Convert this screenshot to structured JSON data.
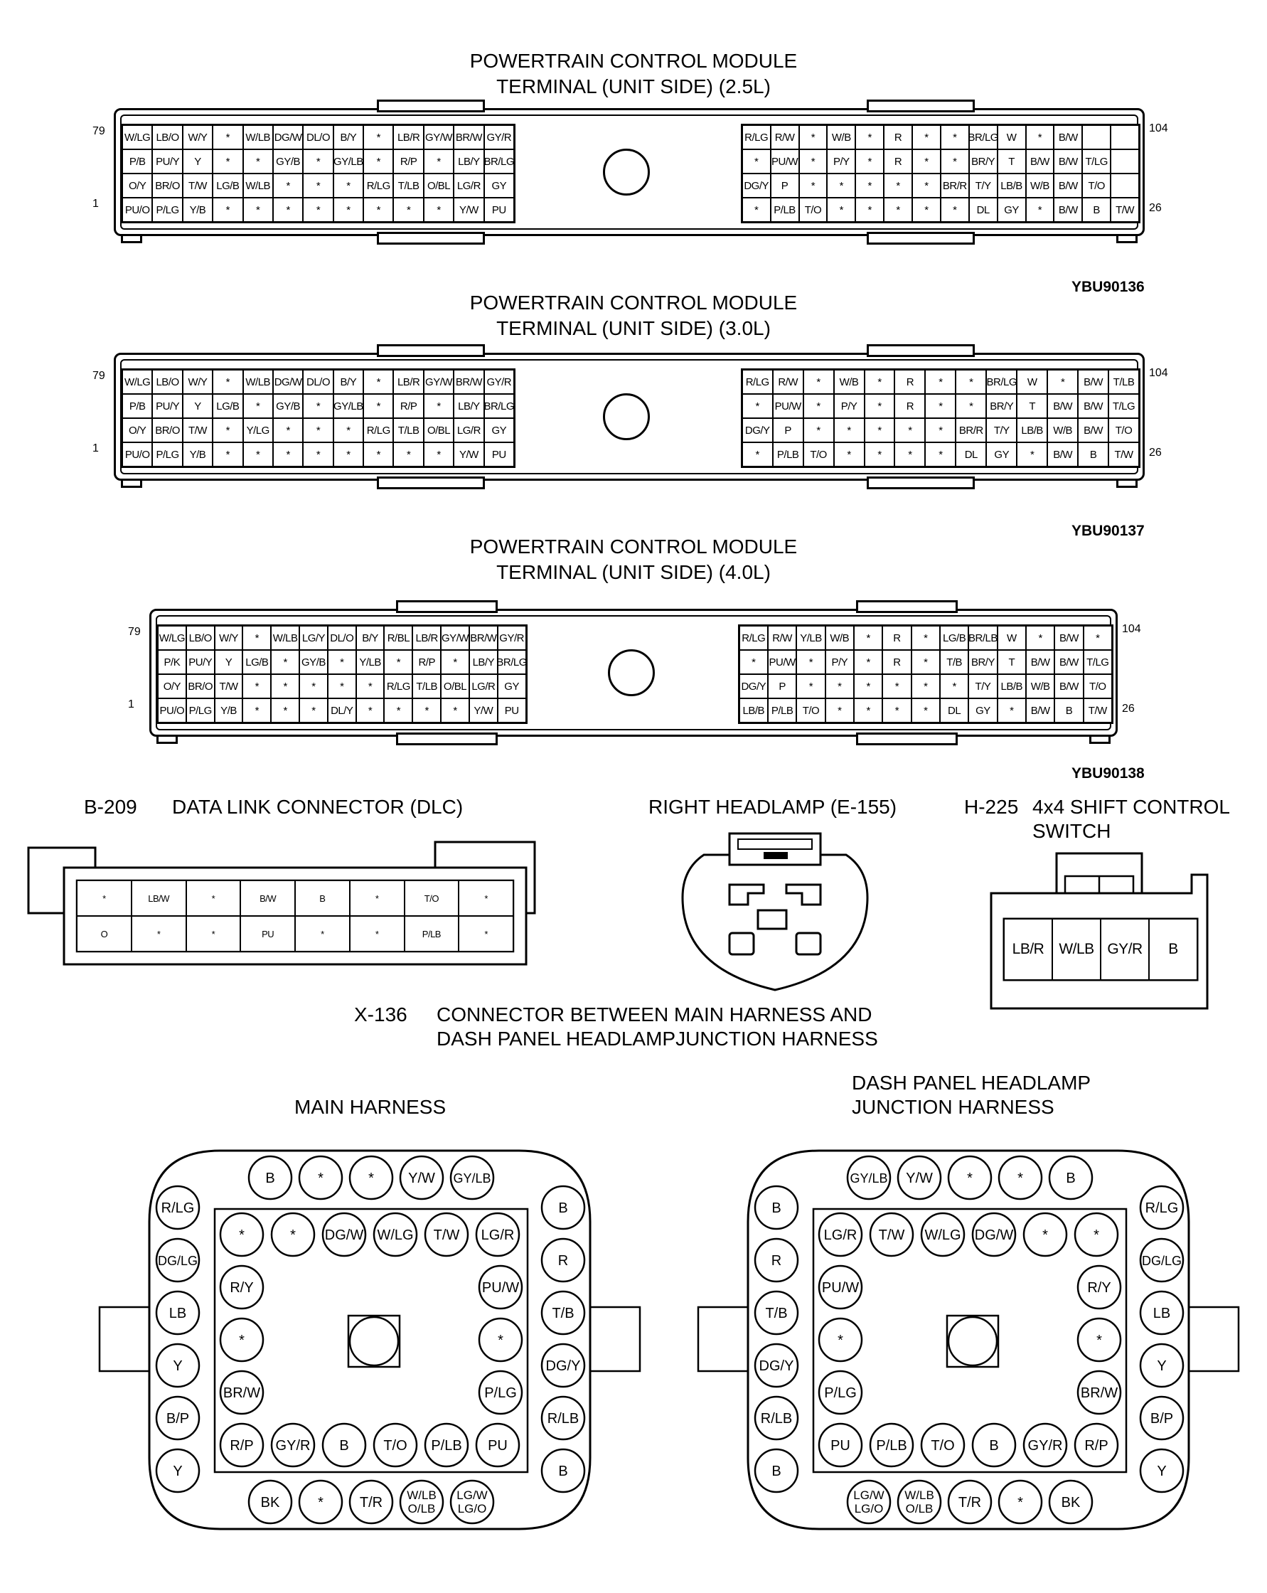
{
  "pcm25": {
    "title1": "POWERTRAIN CONTROL MODULE",
    "title2": "TERMINAL (UNIT SIDE) (2.5L)",
    "pin_tl": "79",
    "pin_bl": "1",
    "pin_tr": "104",
    "pin_br": "26",
    "fig_id": "YBU90136",
    "left": [
      [
        "W/LG",
        "LB/O",
        "W/Y",
        "*",
        "W/LB",
        "DG/W",
        "DL/O",
        "B/Y",
        "*",
        "LB/R",
        "GY/W",
        "BR/W",
        "GY/R"
      ],
      [
        "P/B",
        "PU/Y",
        "Y",
        "*",
        "*",
        "GY/B",
        "*",
        "GY/LB",
        "*",
        "R/P",
        "*",
        "LB/Y",
        "BR/LG"
      ],
      [
        "O/Y",
        "BR/O",
        "T/W",
        "LG/B",
        "W/LB",
        "*",
        "*",
        "*",
        "R/LG",
        "T/LB",
        "O/BL",
        "LG/R",
        "GY"
      ],
      [
        "PU/O",
        "P/LG",
        "Y/B",
        "*",
        "*",
        "*",
        "*",
        "*",
        "*",
        "*",
        "*",
        "Y/W",
        "PU"
      ]
    ],
    "right": [
      [
        "R/LG",
        "R/W",
        "*",
        "W/B",
        "*",
        "R",
        "*",
        "*",
        "BR/LG",
        "W",
        "*",
        "B/W",
        ""
      ],
      [
        "*",
        "PU/W",
        "*",
        "P/Y",
        "*",
        "R",
        "*",
        "*",
        "BR/Y",
        "T",
        "B/W",
        "B/W",
        "T/LG"
      ],
      [
        "DG/Y",
        "P",
        "*",
        "*",
        "*",
        "*",
        "*",
        "BR/R",
        "T/Y",
        "LB/B",
        "W/B",
        "B/W",
        "T/O"
      ],
      [
        "*",
        "P/LB",
        "T/O",
        "*",
        "*",
        "*",
        "*",
        "*",
        "DL",
        "GY",
        "*",
        "B/W",
        "B",
        "T/W"
      ]
    ]
  },
  "pcm30": {
    "title1": "POWERTRAIN CONTROL MODULE",
    "title2": "TERMINAL (UNIT SIDE) (3.0L)",
    "pin_tl": "79",
    "pin_bl": "1",
    "pin_tr": "104",
    "pin_br": "26",
    "fig_id": "YBU90137",
    "left": [
      [
        "W/LG",
        "LB/O",
        "W/Y",
        "*",
        "W/LB",
        "DG/W",
        "DL/O",
        "B/Y",
        "*",
        "LB/R",
        "GY/W",
        "BR/W",
        "GY/R"
      ],
      [
        "P/B",
        "PU/Y",
        "Y",
        "LG/B",
        "*",
        "GY/B",
        "*",
        "GY/LB",
        "*",
        "R/P",
        "*",
        "LB/Y",
        "BR/LG"
      ],
      [
        "O/Y",
        "BR/O",
        "T/W",
        "*",
        "Y/LG",
        "*",
        "*",
        "*",
        "R/LG",
        "T/LB",
        "O/BL",
        "LG/R",
        "GY"
      ],
      [
        "PU/O",
        "P/LG",
        "Y/B",
        "*",
        "*",
        "*",
        "*",
        "*",
        "*",
        "*",
        "*",
        "Y/W",
        "PU"
      ]
    ],
    "right": [
      [
        "R/LG",
        "R/W",
        "*",
        "W/B",
        "*",
        "R",
        "*",
        "*",
        "BR/LG",
        "W",
        "*",
        "B/W",
        "T/LB"
      ],
      [
        "*",
        "PU/W",
        "*",
        "P/Y",
        "*",
        "R",
        "*",
        "*",
        "BR/Y",
        "T",
        "B/W",
        "B/W",
        "T/LG"
      ],
      [
        "DG/Y",
        "P",
        "*",
        "*",
        "*",
        "*",
        "*",
        "BR/R",
        "T/Y",
        "LB/B",
        "W/B",
        "B/W",
        "T/O"
      ],
      [
        "*",
        "P/LB",
        "T/O",
        "*",
        "*",
        "*",
        "*",
        "DL",
        "GY",
        "*",
        "B/W",
        "B",
        "T/W"
      ]
    ]
  },
  "pcm40": {
    "title1": "POWERTRAIN CONTROL MODULE",
    "title2": "TERMINAL (UNIT SIDE) (4.0L)",
    "pin_tl": "79",
    "pin_bl": "1",
    "pin_tr": "104",
    "pin_br": "26",
    "fig_id": "YBU90138",
    "left": [
      [
        "W/LG",
        "LB/O",
        "W/Y",
        "*",
        "W/LB",
        "LG/Y",
        "DL/O",
        "B/Y",
        "R/BL",
        "LB/R",
        "GY/W",
        "BR/W",
        "GY/R"
      ],
      [
        "P/K",
        "PU/Y",
        "Y",
        "LG/B",
        "*",
        "GY/B",
        "*",
        "Y/LB",
        "*",
        "R/P",
        "*",
        "LB/Y",
        "BR/LG"
      ],
      [
        "O/Y",
        "BR/O",
        "T/W",
        "*",
        "*",
        "*",
        "*",
        "*",
        "R/LG",
        "T/LB",
        "O/BL",
        "LG/R",
        "GY"
      ],
      [
        "PU/O",
        "P/LG",
        "Y/B",
        "*",
        "*",
        "*",
        "DL/Y",
        "*",
        "*",
        "*",
        "*",
        "Y/W",
        "PU"
      ]
    ],
    "right": [
      [
        "R/LG",
        "R/W",
        "Y/LB",
        "W/B",
        "*",
        "R",
        "*",
        "LG/B",
        "BR/LB",
        "W",
        "*",
        "B/W",
        "*"
      ],
      [
        "*",
        "PU/W",
        "*",
        "P/Y",
        "*",
        "R",
        "*",
        "T/B",
        "BR/Y",
        "T",
        "B/W",
        "B/W",
        "T/LG"
      ],
      [
        "DG/Y",
        "P",
        "*",
        "*",
        "*",
        "*",
        "*",
        "*",
        "T/Y",
        "LB/B",
        "W/B",
        "B/W",
        "T/O"
      ],
      [
        "LB/B",
        "P/LB",
        "T/O",
        "*",
        "*",
        "*",
        "*",
        "DL",
        "GY",
        "*",
        "B/W",
        "B",
        "T/W"
      ]
    ]
  },
  "dlc": {
    "id": "B-209",
    "name": "DATA LINK CONNECTOR (DLC)",
    "row1": [
      "*",
      "LB/W",
      "*",
      "B/W",
      "B",
      "*",
      "T/O",
      "*"
    ],
    "row2": [
      "O",
      "*",
      "*",
      "PU",
      "*",
      "*",
      "P/LB",
      "*"
    ]
  },
  "headlamp": {
    "title": "RIGHT HEADLAMP (E-155)"
  },
  "shift": {
    "id": "H-225",
    "title1": "4x4 SHIFT CONTROL",
    "title2": "SWITCH",
    "pins": [
      "LB/R",
      "W/LB",
      "GY/R",
      "B"
    ]
  },
  "x136": {
    "id": "X-136",
    "title1": "CONNECTOR BETWEEN MAIN HARNESS AND",
    "title2": "DASH PANEL HEADLAMPJUNCTION HARNESS"
  },
  "main_harness": {
    "title": "MAIN HARNESS",
    "outer_top": [
      "B",
      "*",
      "*",
      "Y/W",
      "GY/LB"
    ],
    "outer_left": [
      "R/LG",
      "DG/LG",
      "LB",
      "Y",
      "B/P",
      "Y"
    ],
    "outer_right": [
      "B",
      "R",
      "T/B",
      "DG/Y",
      "R/LB",
      "B"
    ],
    "outer_bottom": [
      "BK",
      "*",
      "T/R",
      "W/LB O/LB",
      "LG/W LG/O"
    ],
    "inner_top": [
      "*",
      "*",
      "DG/W",
      "W/LG",
      "T/W",
      "LG/R"
    ],
    "inner_left": [
      "R/Y",
      "*",
      "BR/W"
    ],
    "inner_right": [
      "PU/W",
      "*",
      "P/LG"
    ],
    "inner_bottom": [
      "R/P",
      "GY/R",
      "B",
      "T/O",
      "P/LB",
      "PU"
    ]
  },
  "dash_harness": {
    "title1": "DASH PANEL HEADLAMP",
    "title2": "JUNCTION HARNESS",
    "outer_top": [
      "GY/LB",
      "Y/W",
      "*",
      "*",
      "B"
    ],
    "outer_left": [
      "B",
      "R",
      "T/B",
      "DG/Y",
      "R/LB",
      "B"
    ],
    "outer_right": [
      "R/LG",
      "DG/LG",
      "LB",
      "Y",
      "B/P",
      "Y"
    ],
    "outer_bottom": [
      "LG/W LG/O",
      "W/LB O/LB",
      "T/R",
      "*",
      "BK"
    ],
    "inner_top": [
      "LG/R",
      "T/W",
      "W/LG",
      "DG/W",
      "*",
      "*"
    ],
    "inner_left": [
      "PU/W",
      "*",
      "P/LG"
    ],
    "inner_right": [
      "R/Y",
      "*",
      "BR/W"
    ],
    "inner_bottom": [
      "PU",
      "P/LB",
      "T/O",
      "B",
      "GY/R",
      "R/P"
    ]
  }
}
